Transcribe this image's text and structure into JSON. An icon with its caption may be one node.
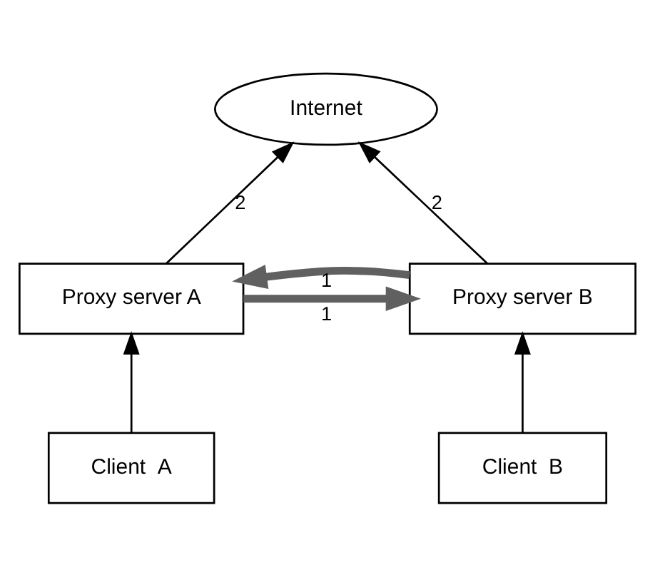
{
  "diagram": {
    "nodes": [
      {
        "text": [
          "Internet"
        ]
      },
      {
        "text": [
          "Proxy server A"
        ]
      },
      {
        "text": [
          "Proxy server B"
        ]
      },
      {
        "text": [
          "Client  A"
        ]
      },
      {
        "text": [
          "Client  B"
        ]
      }
    ],
    "edges": [
      {
        "from": 1,
        "to": 0,
        "arrow": "to",
        "label": "2"
      },
      {
        "from": 2,
        "to": 0,
        "arrow": "to",
        "label": "2"
      },
      {
        "from": 1,
        "to": 2,
        "arrow": "to",
        "label": "1",
        "style": "thick",
        "color": "#606060"
      },
      {
        "from": 2,
        "to": 1,
        "arrow": "to",
        "label": "1",
        "style": "thick",
        "color": "#606060"
      },
      {
        "from": 3,
        "to": 1,
        "arrow": "to"
      },
      {
        "from": 4,
        "to": 2,
        "arrow": "to"
      }
    ]
  }
}
